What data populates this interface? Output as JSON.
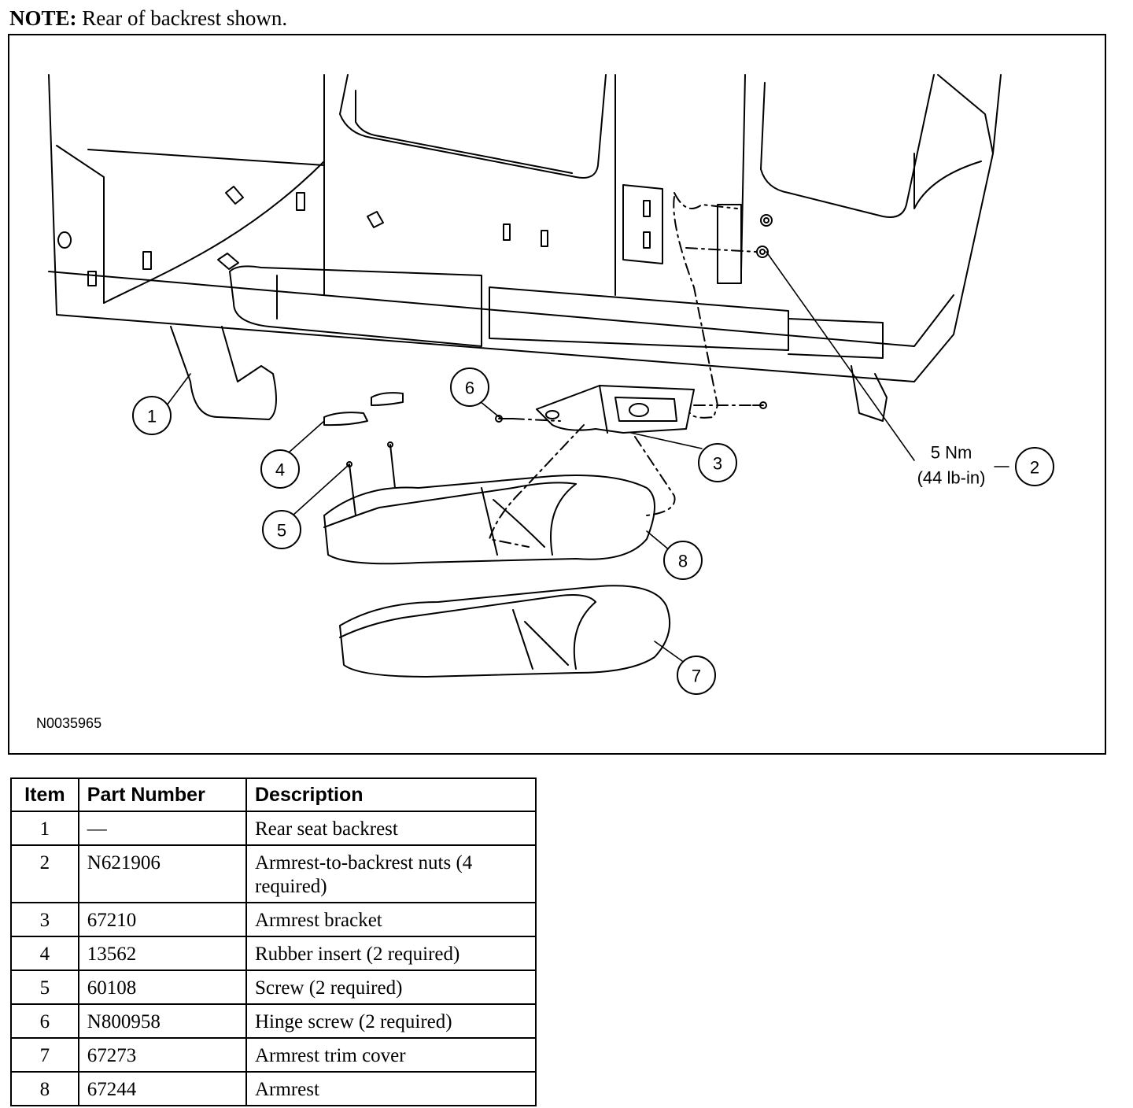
{
  "note": {
    "label": "NOTE:",
    "text": "Rear of backrest shown."
  },
  "figure": {
    "id": "N0035965",
    "torque": {
      "line1": "5 Nm",
      "line2": "(44 lb-in)"
    },
    "callouts": [
      "1",
      "2",
      "3",
      "4",
      "5",
      "6",
      "7",
      "8"
    ]
  },
  "table": {
    "headers": {
      "item": "Item",
      "part": "Part Number",
      "desc": "Description"
    },
    "rows": [
      {
        "item": "1",
        "part": "—",
        "desc": "Rear seat backrest"
      },
      {
        "item": "2",
        "part": "N621906",
        "desc": "Armrest-to-backrest nuts (4 required)"
      },
      {
        "item": "3",
        "part": "67210",
        "desc": "Armrest bracket"
      },
      {
        "item": "4",
        "part": "13562",
        "desc": "Rubber insert (2 required)"
      },
      {
        "item": "5",
        "part": "60108",
        "desc": "Screw (2 required)"
      },
      {
        "item": "6",
        "part": "N800958",
        "desc": "Hinge screw (2 required)"
      },
      {
        "item": "7",
        "part": "67273",
        "desc": "Armrest trim cover"
      },
      {
        "item": "8",
        "part": "67244",
        "desc": "Armrest"
      }
    ]
  }
}
